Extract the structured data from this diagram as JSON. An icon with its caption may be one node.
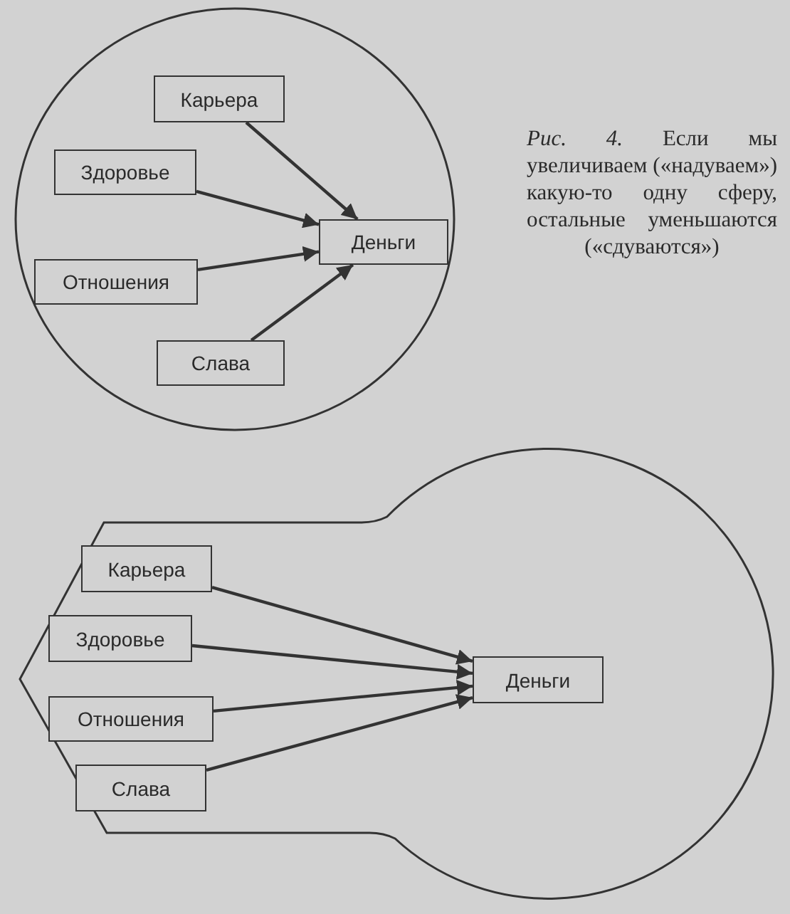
{
  "diagram": {
    "caption": "*Рис. 4.* Если мы увеличиваем («надуваем») какую-то одну сферу, остальные уменьшаются («сдуваются»)",
    "nodes": [
      {
        "text": [],
        "shape": "circle"
      },
      {
        "text": [
          "Карьера"
        ],
        "in": 0
      },
      {
        "text": [
          "Здоровье"
        ],
        "in": 0
      },
      {
        "text": [
          "Отношения"
        ],
        "in": 0
      },
      {
        "text": [
          "Слава"
        ],
        "in": 0
      },
      {
        "text": [
          "Деньги"
        ],
        "in": 0
      },
      {
        "text": [],
        "shape": "balloon"
      },
      {
        "text": [
          "Карьера"
        ],
        "in": 6
      },
      {
        "text": [
          "Здоровье"
        ],
        "in": 6
      },
      {
        "text": [
          "Отношения"
        ],
        "in": 6
      },
      {
        "text": [
          "Слава"
        ],
        "in": 6
      },
      {
        "text": [
          "Деньги"
        ],
        "in": 6
      }
    ],
    "edges": [
      {
        "from": 1,
        "to": 5,
        "arrow": "to"
      },
      {
        "from": 2,
        "to": 5,
        "arrow": "to"
      },
      {
        "from": 3,
        "to": 5,
        "arrow": "to"
      },
      {
        "from": 4,
        "to": 5,
        "arrow": "to"
      },
      {
        "from": 7,
        "to": 11,
        "arrow": "to"
      },
      {
        "from": 8,
        "to": 11,
        "arrow": "to"
      },
      {
        "from": 9,
        "to": 11,
        "arrow": "to"
      },
      {
        "from": 10,
        "to": 11,
        "arrow": "to"
      }
    ]
  }
}
